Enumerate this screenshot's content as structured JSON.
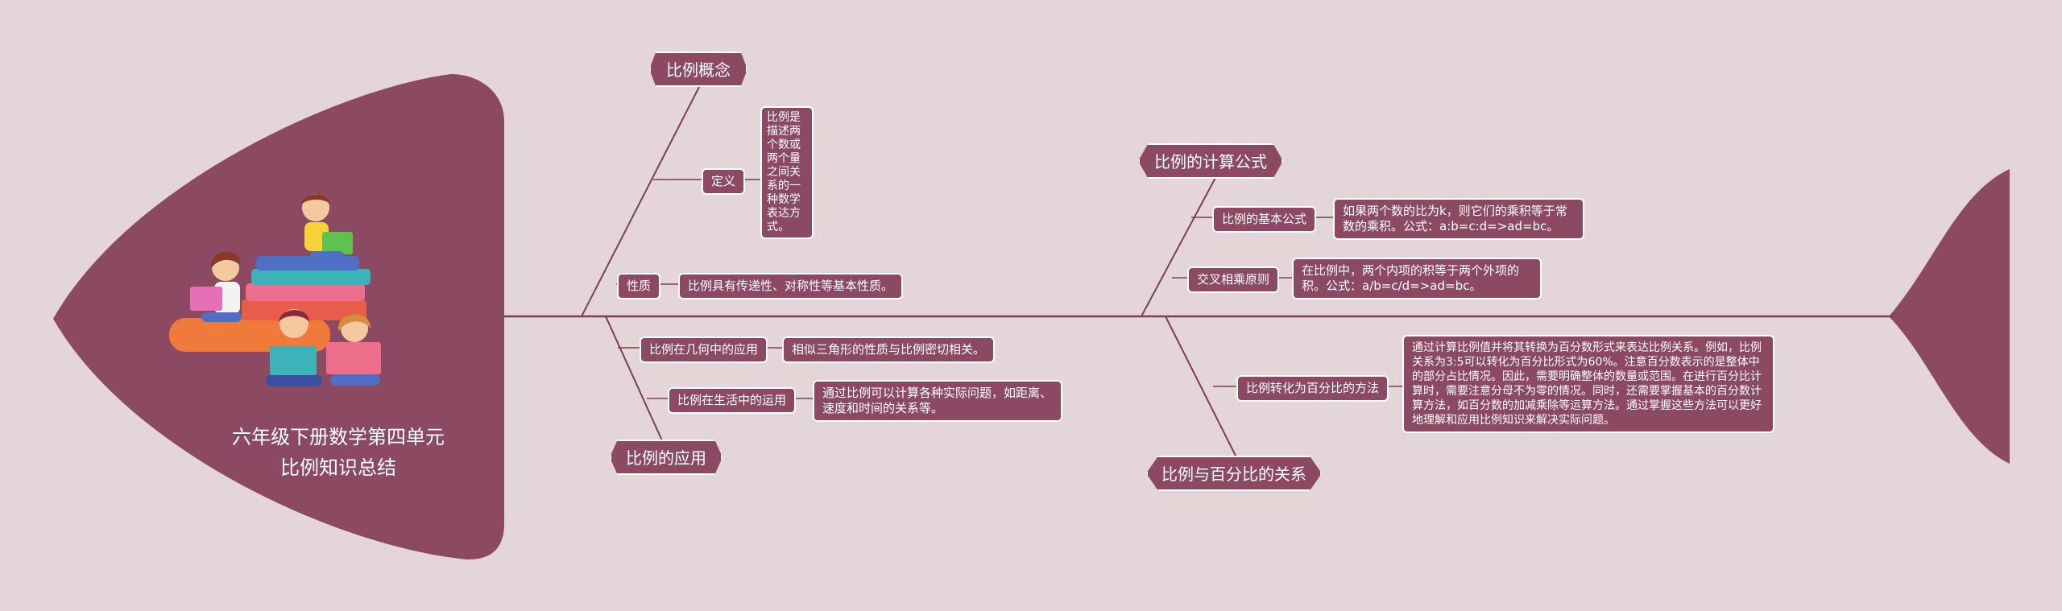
{
  "title": {
    "line1": "六年级下册数学第四单元",
    "line2": "比例知识总结"
  },
  "branches": {
    "concept": {
      "label": "比例概念",
      "definition": {
        "label": "定义",
        "text": "比例是描述两个数或两个量之间关系的一种数学表达方式。"
      },
      "property": {
        "label": "性质",
        "text": "比例具有传递性、对称性等基本性质。"
      }
    },
    "application": {
      "label": "比例的应用",
      "geometry": {
        "label": "比例在几何中的应用",
        "text": "相似三角形的性质与比例密切相关。"
      },
      "life": {
        "label": "比例在生活中的运用",
        "text": "通过比例可以计算各种实际问题，如距离、速度和时间的关系等。"
      }
    },
    "formula": {
      "label": "比例的计算公式",
      "basic": {
        "label": "比例的基本公式",
        "text": "如果两个数的比为k，则它们的乘积等于常数的乘积。公式：a:b=c:d=>ad=bc。"
      },
      "cross": {
        "label": "交叉相乘原则",
        "text": "在比例中，两个内项的积等于两个外项的积。公式：a/b=c/d=>ad=bc。"
      }
    },
    "percent": {
      "label": "比例与百分比的关系",
      "convert": {
        "label": "比例转化为百分比的方法",
        "text": "通过计算比例值并将其转换为百分数形式来表达比例关系。例如，比例关系为3:5可以转化为百分比形式为60%。注意百分数表示的是整体中的部分占比情况。因此，需要明确整体的数量或范围。在进行百分比计算时，需要注意分母不为零的情况。同时，还需要掌握基本的百分数计算方法，如百分数的加减乘除等运算方法。通过掌握这些方法可以更好地理解和应用比例知识来解决实际问题。"
      }
    }
  },
  "colors": {
    "background": "#e3d5d8",
    "node": "#8b4a62",
    "line": "#7a3f56",
    "text": "#ffffff"
  }
}
